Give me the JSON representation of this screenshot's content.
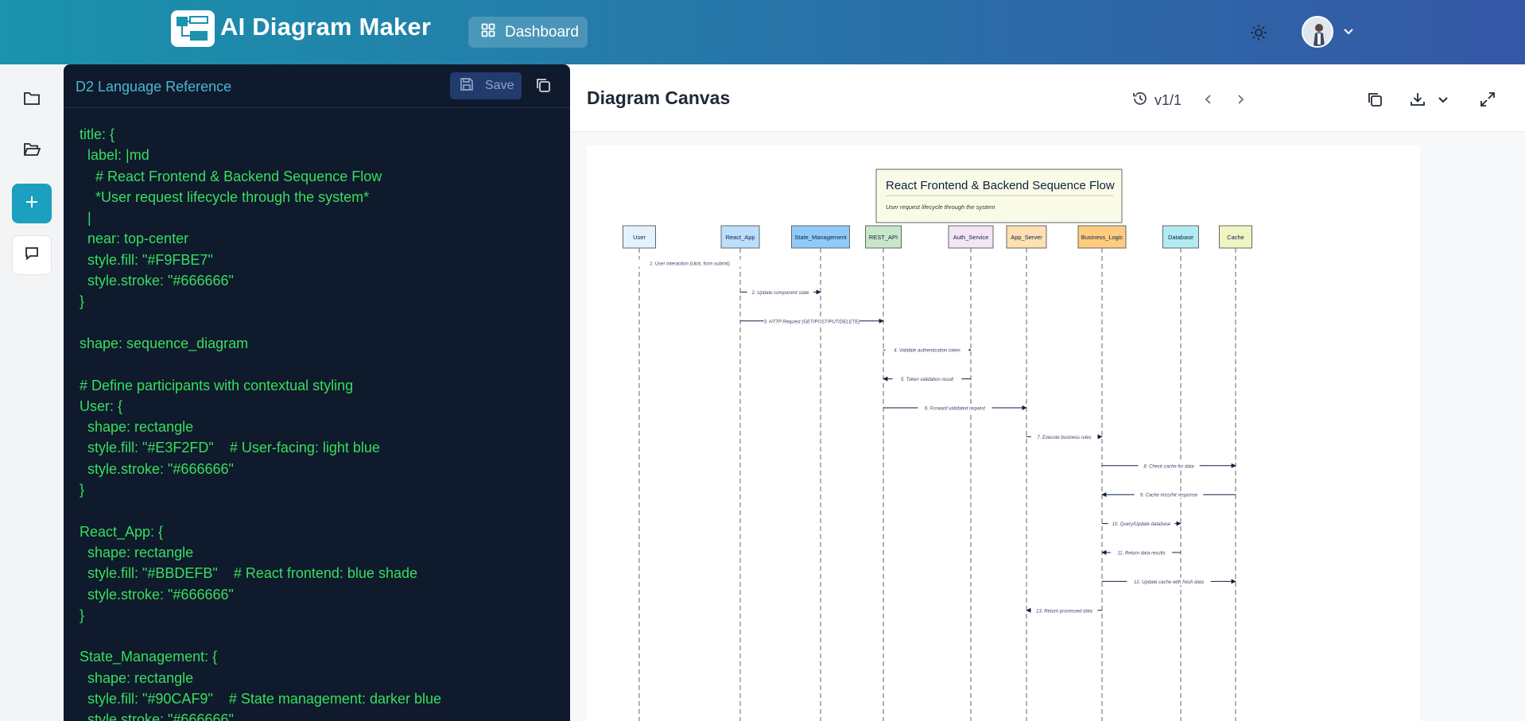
{
  "header": {
    "app_title": "AI Diagram Maker",
    "dashboard_label": "Dashboard",
    "logo_icon": "diagram-logo-icon",
    "theme_icon": "sun-icon"
  },
  "rail": {
    "items": [
      "folder-icon",
      "folder-open-icon",
      "plus-icon",
      "chat-icon"
    ]
  },
  "editor": {
    "title": "D2 Language Reference",
    "save_label": "Save",
    "code": "title: {\n  label: |md\n    # React Frontend & Backend Sequence Flow\n    *User request lifecycle through the system*\n  |\n  near: top-center\n  style.fill: \"#F9FBE7\"\n  style.stroke: \"#666666\"\n}\n\nshape: sequence_diagram\n\n# Define participants with contextual styling\nUser: {\n  shape: rectangle\n  style.fill: \"#E3F2FD\"    # User-facing: light blue\n  style.stroke: \"#666666\"\n}\n\nReact_App: {\n  shape: rectangle\n  style.fill: \"#BBDEFB\"    # React frontend: blue shade\n  style.stroke: \"#666666\"\n}\n\nState_Management: {\n  shape: rectangle\n  style.fill: \"#90CAF9\"    # State management: darker blue\n  style.stroke: \"#666666\""
  },
  "canvas": {
    "title": "Diagram Canvas",
    "version": "v1/1",
    "diagram_title": "React Frontend & Backend Sequence Flow",
    "diagram_subtitle": "User request lifecycle through the system",
    "participants": [
      {
        "name": "User",
        "fill": "#E3F2FD"
      },
      {
        "name": "React_App",
        "fill": "#BBDEFB"
      },
      {
        "name": "State_Management",
        "fill": "#90CAF9"
      },
      {
        "name": "REST_API",
        "fill": "#C8E6C9"
      },
      {
        "name": "Auth_Service",
        "fill": "#F3E5F5"
      },
      {
        "name": "App_Server",
        "fill": "#FFE0B2"
      },
      {
        "name": "Business_Logic",
        "fill": "#FFCC80"
      },
      {
        "name": "Database",
        "fill": "#B2EBF2"
      },
      {
        "name": "Cache",
        "fill": "#F0F4C3"
      }
    ],
    "messages": [
      {
        "from": 0,
        "to": 1,
        "label": "1. User interaction (click, form submit)"
      },
      {
        "from": 1,
        "to": 2,
        "label": "2. Update component state"
      },
      {
        "from": 1,
        "to": 3,
        "label": "3. HTTP Request (GET/POST/PUT/DELETE)"
      },
      {
        "from": 3,
        "to": 4,
        "label": "4. Validate authentication token"
      },
      {
        "from": 4,
        "to": 3,
        "label": "5. Token validation result"
      },
      {
        "from": 3,
        "to": 5,
        "label": "6. Forward validated request"
      },
      {
        "from": 5,
        "to": 6,
        "label": "7. Execute business rules"
      },
      {
        "from": 6,
        "to": 8,
        "label": "8. Check cache for data"
      },
      {
        "from": 8,
        "to": 6,
        "label": "9. Cache miss/hit response"
      },
      {
        "from": 6,
        "to": 7,
        "label": "10. Query/Update database"
      },
      {
        "from": 7,
        "to": 6,
        "label": "11. Return data results"
      },
      {
        "from": 6,
        "to": 8,
        "label": "12. Update cache with fresh data"
      },
      {
        "from": 6,
        "to": 5,
        "label": "13. Return processed data"
      }
    ],
    "colors": {
      "header_gradient_start": "#1a93ac",
      "header_gradient_end": "#3557a6",
      "editor_bg": "#0f1a2c",
      "code_text": "#38de5e",
      "accent": "#1ba0bf",
      "title_box_fill": "#F9FBE7",
      "stroke": "#666666"
    }
  }
}
